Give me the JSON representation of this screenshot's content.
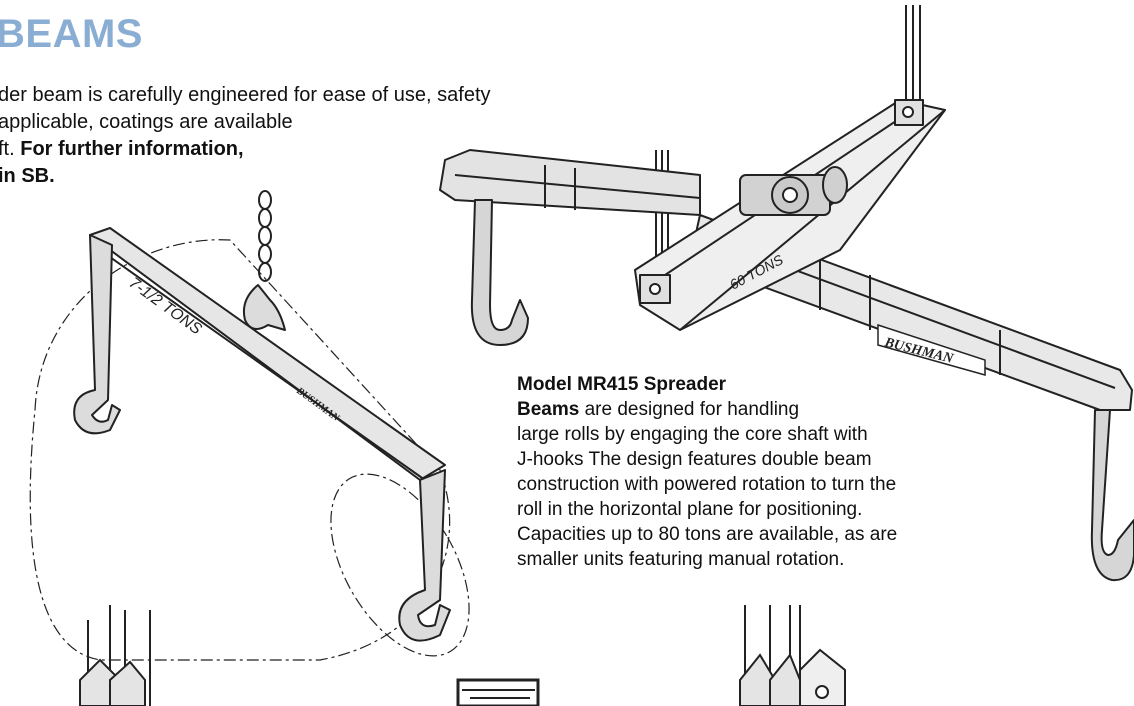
{
  "heading": "BEAMS",
  "intro": {
    "line1": "der beam is carefully engineered for ease of use, safety",
    "line2": "applicable, coatings are available",
    "line3_plain": "ft. ",
    "line3_bold": "For further information,",
    "line4_bold": "in SB."
  },
  "left_beam": {
    "capacity_label": "7-1/2 TONS",
    "brand": "BUSHMAN"
  },
  "right_beam": {
    "capacity_label": "60 TONS",
    "brand": "BUSHMAN"
  },
  "caption": {
    "title_bold_1": "Model MR415 Spreader",
    "title_bold_2": "Beams",
    "line2_rest": " are designed for handling",
    "line3": "large rolls by engaging the core shaft with",
    "line4": "J-hooks  The design features double beam",
    "line5": "construction with powered rotation to turn the",
    "line6": "roll in the horizontal plane for positioning.",
    "line7": "Capacities up to 80 tons are available, as are",
    "line8": "smaller units featuring manual rotation."
  },
  "colors": {
    "heading": "#8aaed3",
    "line_art": "#222222",
    "fill_light": "#ececec",
    "fill_mid": "#d8d8d8"
  }
}
